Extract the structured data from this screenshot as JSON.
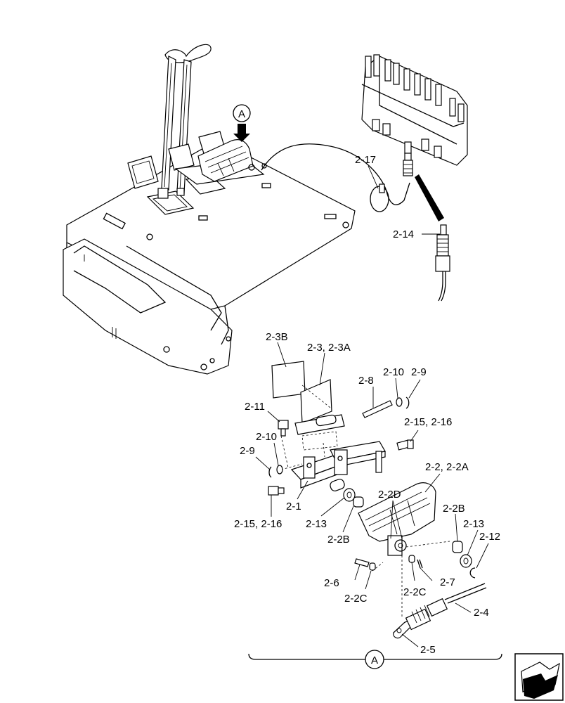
{
  "callout_letter": "A",
  "nav_icon": "next-page-arrow-icon",
  "labels": {
    "l_2_17": "2-17",
    "l_2_14": "2-14",
    "l_2_3b": "2-3B",
    "l_2_3": "2-3, 2-3A",
    "l_2_8": "2-8",
    "l_2_10a": "2-10",
    "l_2_9a": "2-9",
    "l_2_11": "2-11",
    "l_2_15a": "2-15, 2-16",
    "l_2_10b": "2-10",
    "l_2_9b": "2-9",
    "l_2_2": "2-2, 2-2A",
    "l_2_2d": "2-2D",
    "l_2_2b_right": "2-2B",
    "l_2_13_right": "2-13",
    "l_2_12": "2-12",
    "l_2_1": "2-1",
    "l_2_15b": "2-15, 2-16",
    "l_2_13_left": "2-13",
    "l_2_2b_left": "2-2B",
    "l_2_6": "2-6",
    "l_2_2c_left": "2-2C",
    "l_2_2c_right": "2-2C",
    "l_2_7": "2-7",
    "l_2_4": "2-4",
    "l_2_5": "2-5"
  }
}
